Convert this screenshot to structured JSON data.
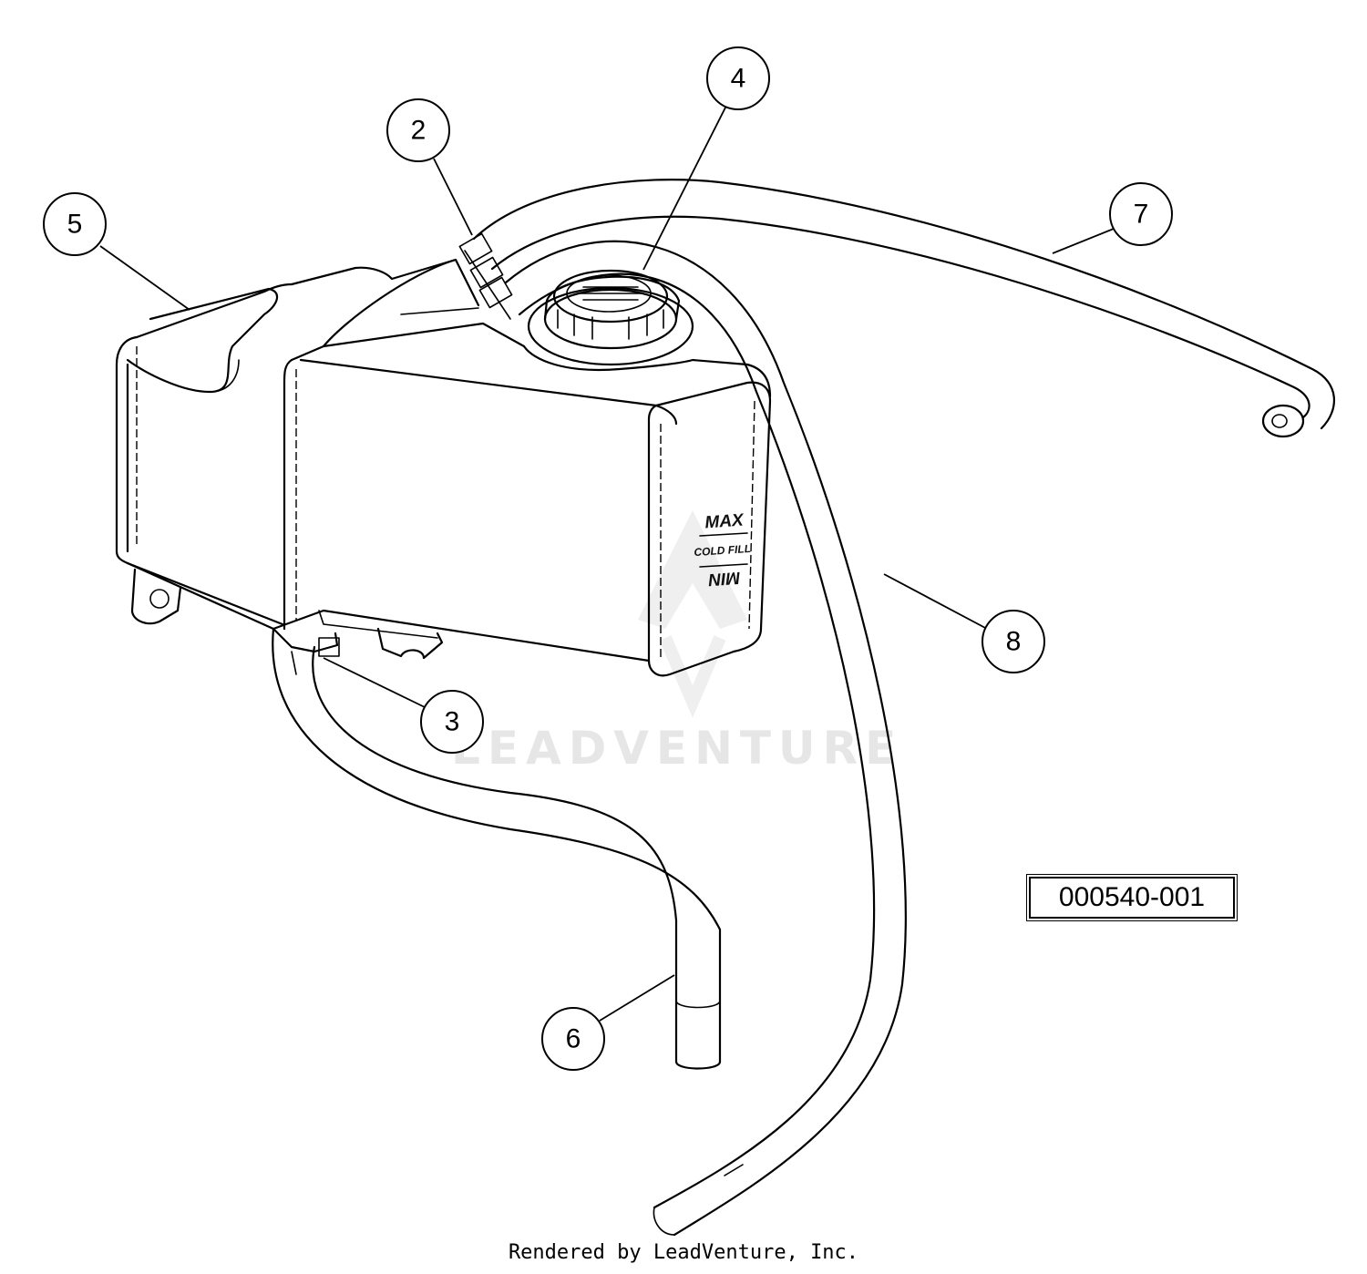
{
  "callouts": [
    {
      "id": "2",
      "label": "2"
    },
    {
      "id": "3",
      "label": "3"
    },
    {
      "id": "4",
      "label": "4"
    },
    {
      "id": "5",
      "label": "5"
    },
    {
      "id": "6",
      "label": "6"
    },
    {
      "id": "7",
      "label": "7"
    },
    {
      "id": "8",
      "label": "8"
    }
  ],
  "tank_markings": {
    "max": "MAX",
    "cold_fill": "COLD FILL",
    "min": "MIN"
  },
  "part_number": "000540-001",
  "watermark": "LEADVENTURE",
  "footer": "Rendered by LeadVenture, Inc."
}
